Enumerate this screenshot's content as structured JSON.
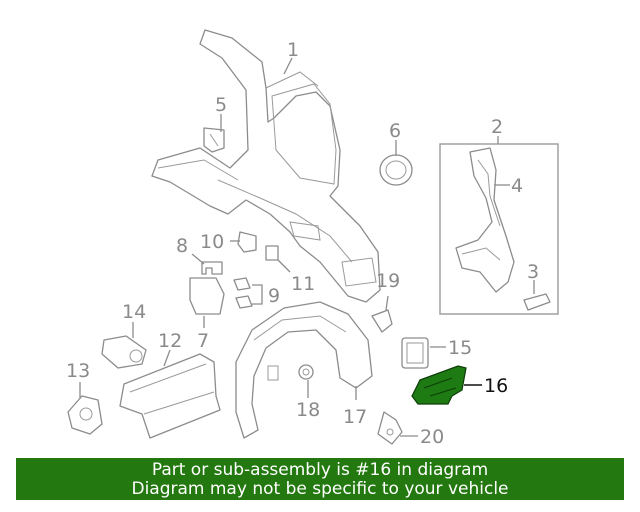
{
  "callouts": {
    "c1": "1",
    "c2": "2",
    "c3": "3",
    "c4": "4",
    "c5": "5",
    "c6": "6",
    "c7": "7",
    "c8": "8",
    "c9": "9",
    "c10": "10",
    "c11": "11",
    "c12": "12",
    "c13": "13",
    "c14": "14",
    "c15": "15",
    "c16": "16",
    "c17": "17",
    "c18": "18",
    "c19": "19",
    "c20": "20"
  },
  "highlighted_part": "16",
  "colors": {
    "highlight": "#1e7a12",
    "banner_bg": "#23780f",
    "line": "#8c8c8c"
  },
  "banner": {
    "line1": "Part or sub-assembly is #16 in diagram",
    "line2": "Diagram may not be specific to your vehicle"
  }
}
